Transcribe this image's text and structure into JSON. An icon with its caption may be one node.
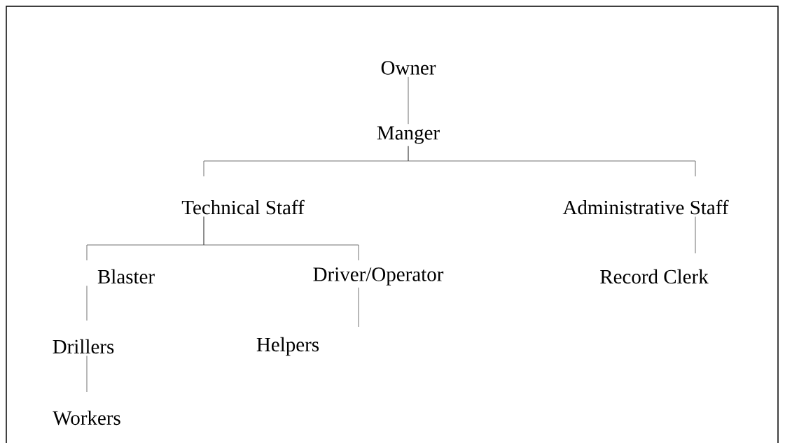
{
  "diagram": {
    "nodes": [
      {
        "text": [
          "Owner"
        ]
      },
      {
        "text": [
          "Manger"
        ]
      },
      {
        "text": [
          "Technical Staff"
        ]
      },
      {
        "text": [
          "Administrative Staff"
        ]
      },
      {
        "text": [
          "Blaster"
        ]
      },
      {
        "text": [
          "Driver/Operator"
        ]
      },
      {
        "text": [
          "Record Clerk"
        ]
      },
      {
        "text": [
          "Drillers"
        ]
      },
      {
        "text": [
          "Helpers"
        ]
      },
      {
        "text": [
          "Workers"
        ]
      }
    ],
    "edges": [
      {
        "from": 0,
        "to": 1,
        "arrow": "none"
      },
      {
        "from": 1,
        "to": 2,
        "arrow": "none"
      },
      {
        "from": 1,
        "to": 3,
        "arrow": "none"
      },
      {
        "from": 2,
        "to": 4,
        "arrow": "none"
      },
      {
        "from": 2,
        "to": 5,
        "arrow": "none"
      },
      {
        "from": 3,
        "to": 6,
        "arrow": "none"
      },
      {
        "from": 4,
        "to": 7,
        "arrow": "none"
      },
      {
        "from": 5,
        "to": 8,
        "arrow": "none"
      },
      {
        "from": 7,
        "to": 9,
        "arrow": "none"
      }
    ]
  }
}
